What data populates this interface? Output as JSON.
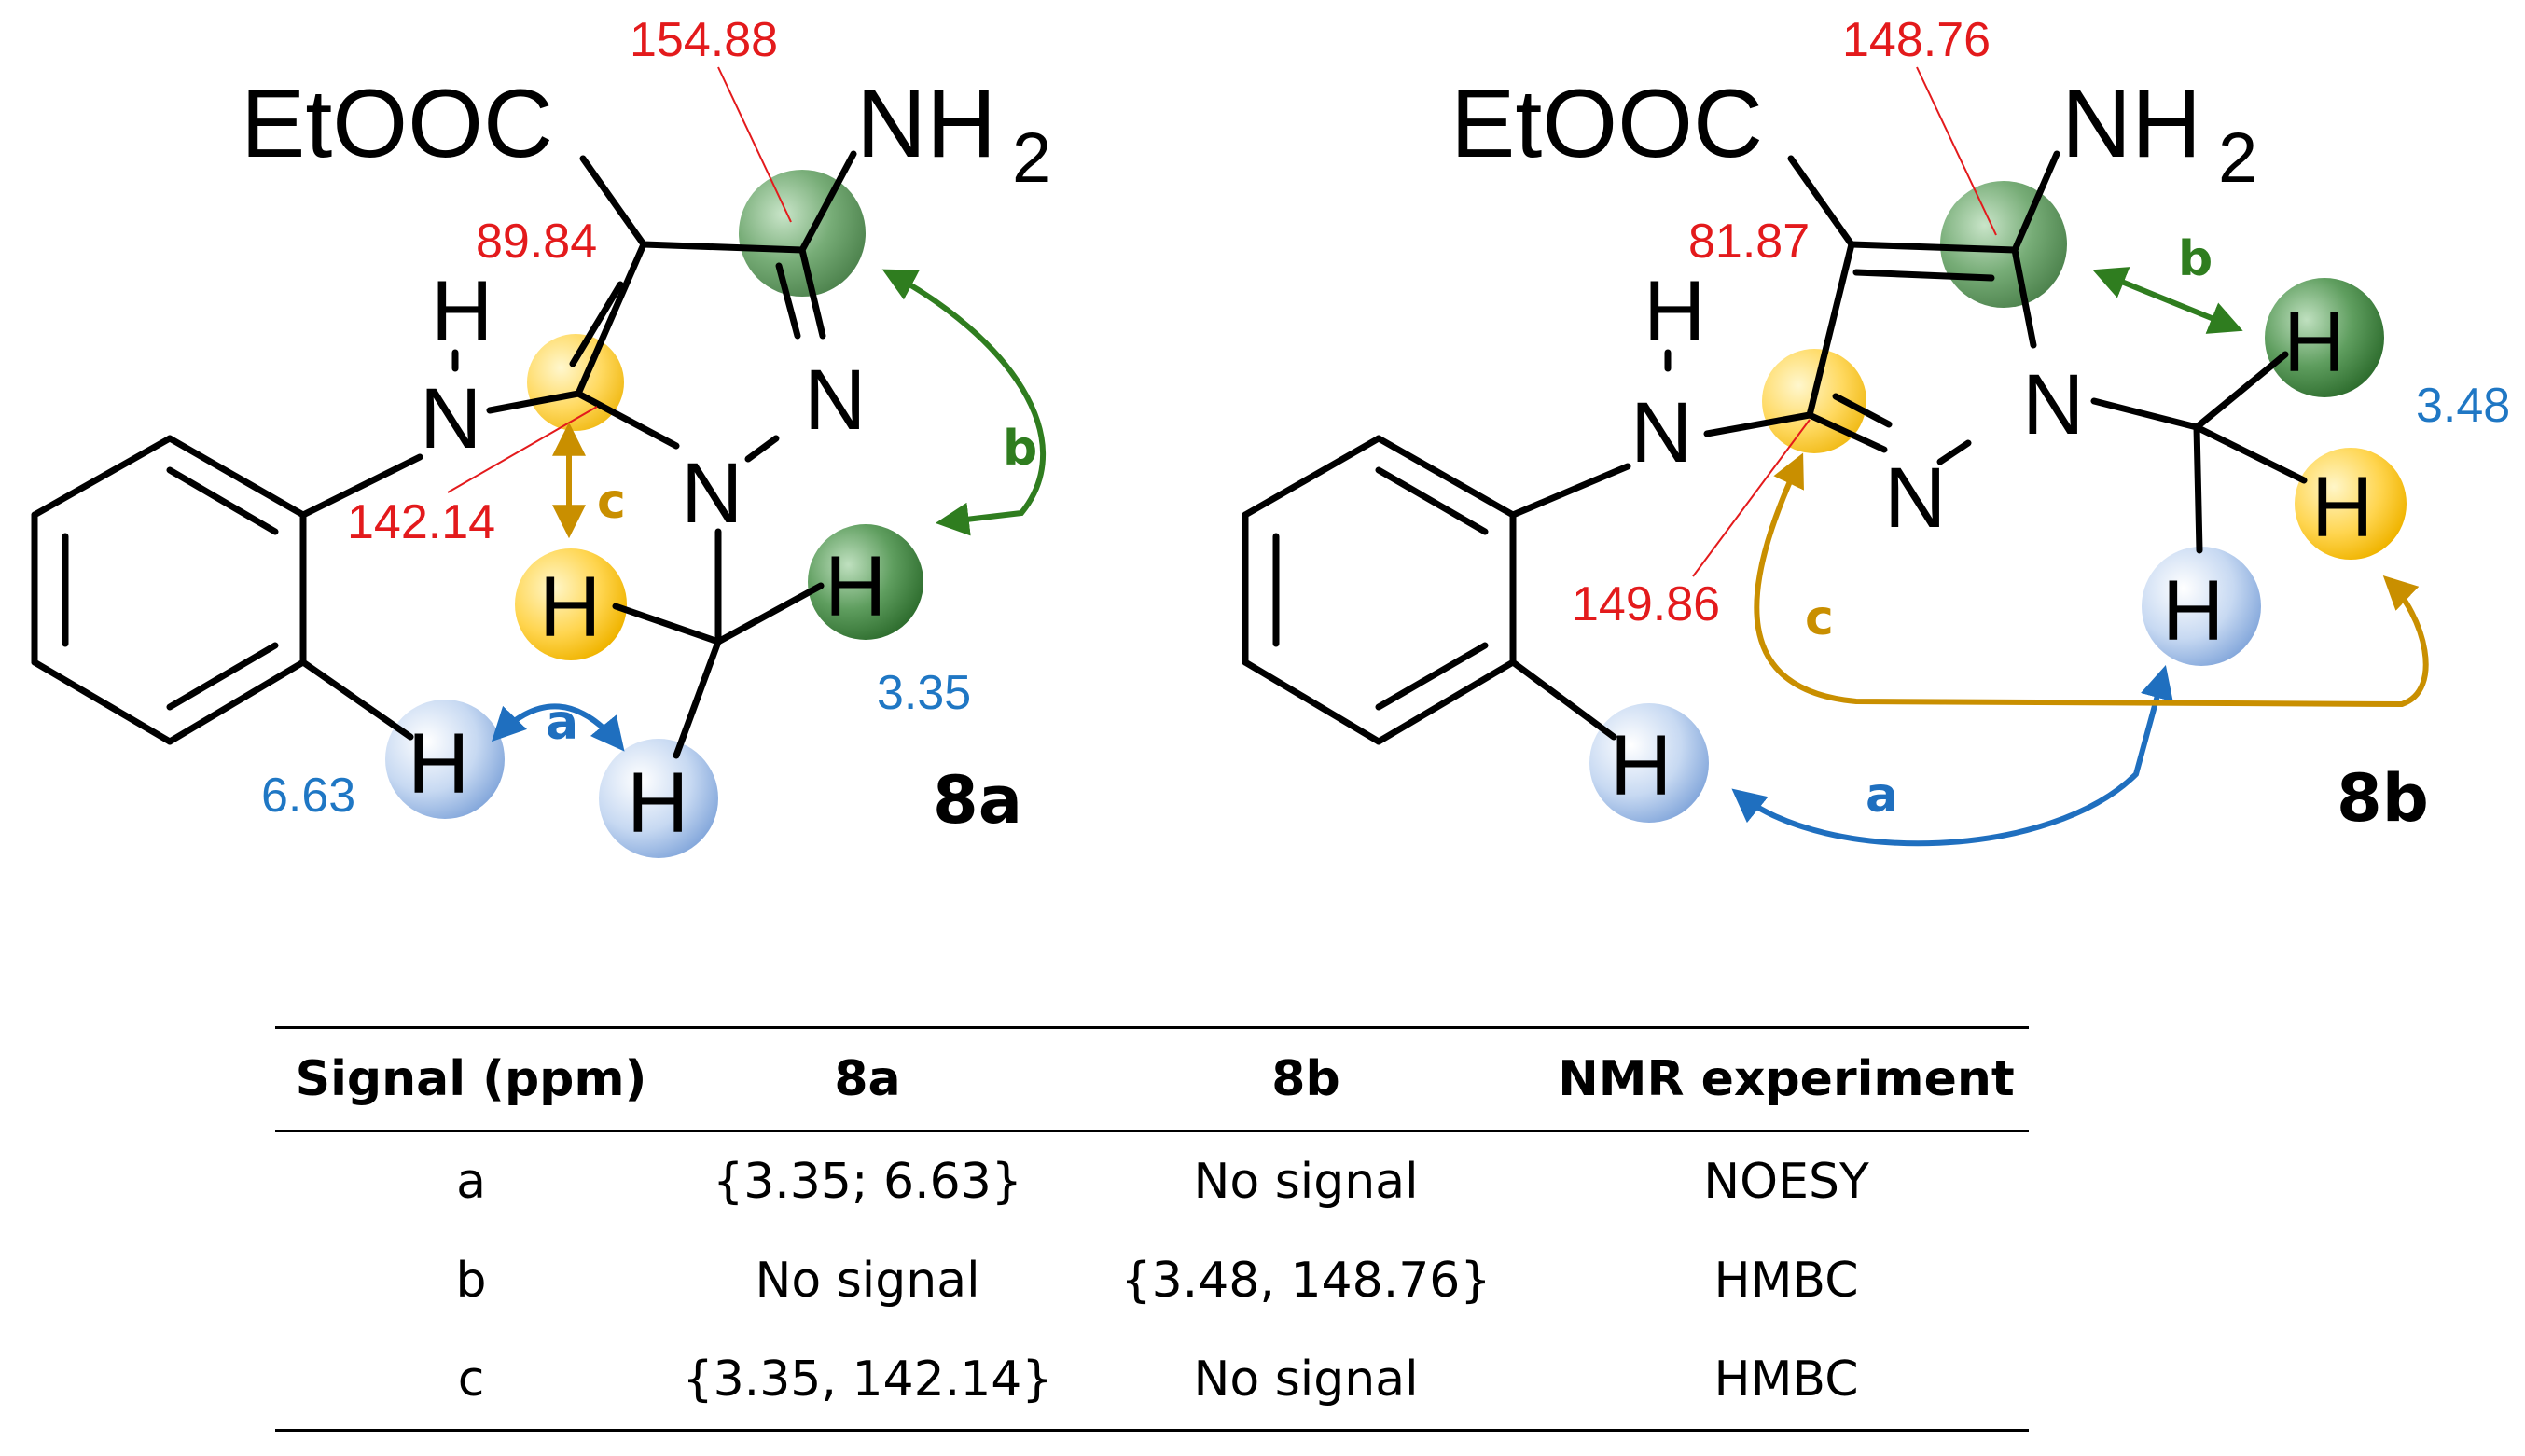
{
  "colors": {
    "bond": "#000000",
    "carbon_shift": "#e31a1c",
    "proton_shift": "#1f77c4",
    "signal_a": "#1f6fbf",
    "signal_b": "#2f7d1f",
    "signal_c": "#c98f00",
    "hl_green": "#3c8a3c",
    "hl_yellow": "#ffd24a",
    "hl_blue": "#9fbde6"
  },
  "structures": {
    "s8a": {
      "compound_label": "8a",
      "ester": "EtOOC",
      "amine": "NH",
      "amine_sub": "2",
      "nh_h": "H",
      "nh_n": "N",
      "ring_n1": "N",
      "ring_n2": "N",
      "h_yellow": "H",
      "h_green": "H",
      "h_blue_methyl": "H",
      "h_blue_phenyl": "H",
      "shift_c_amine": "154.88",
      "shift_c4": "89.84",
      "shift_c_nh": "142.14",
      "shift_methyl": "3.35",
      "shift_aryl": "6.63",
      "sig_a": "a",
      "sig_b": "b",
      "sig_c": "c"
    },
    "s8b": {
      "compound_label": "8b",
      "ester": "EtOOC",
      "amine": "NH",
      "amine_sub": "2",
      "nh_h": "H",
      "nh_n": "N",
      "ring_n1": "N",
      "ring_n2": "N",
      "h_green": "H",
      "h_yellow": "H",
      "h_blue_methyl": "H",
      "h_blue_phenyl": "H",
      "shift_c_amine": "148.76",
      "shift_c4": "81.87",
      "shift_c_nh": "149.86",
      "shift_methyl": "3.48",
      "sig_a": "a",
      "sig_b": "b",
      "sig_c": "c"
    }
  },
  "table": {
    "headers": [
      "Signal (ppm)",
      "8a",
      "8b",
      "NMR experiment"
    ],
    "rows": [
      [
        "a",
        "{3.35; 6.63}",
        "No signal",
        "NOESY"
      ],
      [
        "b",
        "No signal",
        "{3.48, 148.76}",
        "HMBC"
      ],
      [
        "c",
        "{3.35, 142.14}",
        "No signal",
        "HMBC"
      ]
    ]
  }
}
